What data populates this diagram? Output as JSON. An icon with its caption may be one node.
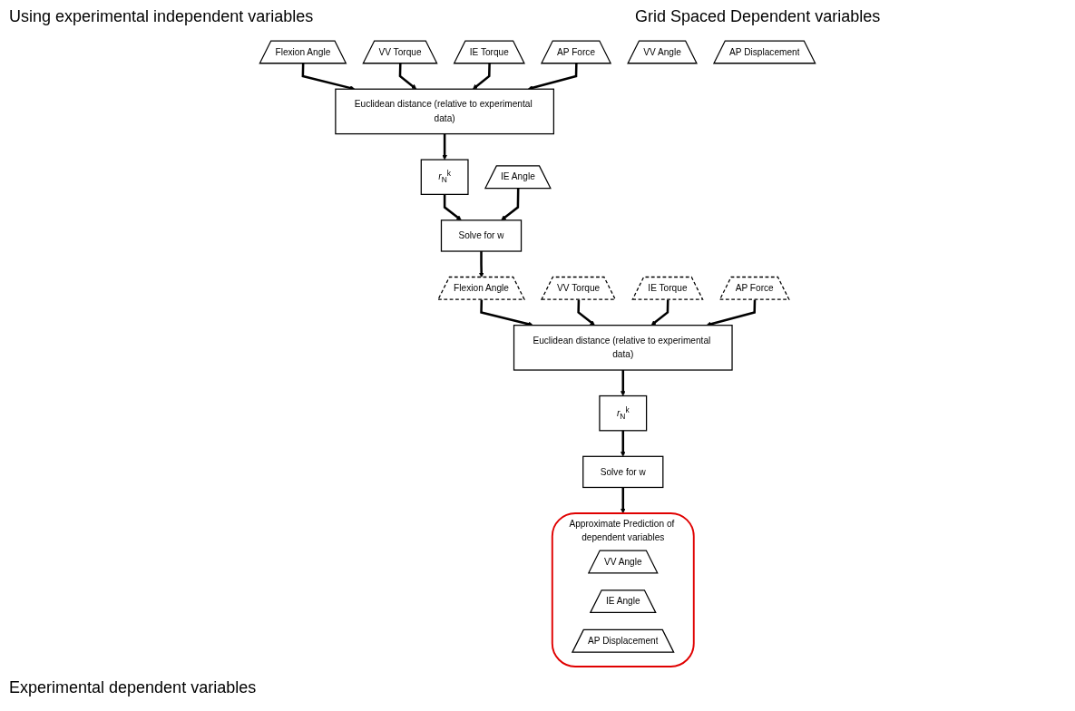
{
  "diagram": {
    "nodes": [
      {
        "text": [
          "Flexion Angle"
        ]
      },
      {
        "text": [
          "VV Torque"
        ]
      },
      {
        "text": [
          "IE Torque"
        ]
      },
      {
        "text": [
          "AP Force"
        ]
      },
      {
        "text": [
          "Euclidean distance (relative to experimental data)"
        ]
      },
      {
        "text": [
          "*r*$_{N}$$^{k}$"
        ]
      },
      {
        "text": [
          "Solve for w"
        ]
      },
      {
        "text": [
          "VV Angle"
        ]
      },
      {
        "text": [
          "IE Angle"
        ]
      },
      {
        "text": [
          "AP Displacement"
        ]
      },
      {
        "text": [
          "Flexion Angle"
        ]
      },
      {
        "text": [
          "VV Torque"
        ]
      },
      {
        "text": [
          "IE Torque"
        ]
      },
      {
        "text": [
          "AP Force"
        ]
      },
      {
        "text": [
          "Euclidean distance (relative to experimental data)"
        ]
      },
      {
        "text": [
          "*r*$_{N}$$^{k}$"
        ]
      },
      {
        "text": [
          "Solve for w"
        ]
      },
      {
        "text": [
          "Approximate Prediction of dependent variables"
        ]
      },
      {
        "text": [
          "VV Angle"
        ],
        "in": 17
      },
      {
        "text": [
          "IE Angle"
        ],
        "in": 17
      },
      {
        "text": [
          "AP Displacement"
        ],
        "in": 17
      }
    ],
    "edges": [
      {
        "from": 0,
        "to": 4,
        "arrow": "to"
      },
      {
        "from": 1,
        "to": 4,
        "arrow": "to"
      },
      {
        "from": 2,
        "to": 4,
        "arrow": "to"
      },
      {
        "from": 3,
        "to": 4,
        "arrow": "to"
      },
      {
        "from": 4,
        "to": 5,
        "arrow": "to"
      },
      {
        "from": 5,
        "to": 6,
        "arrow": "to"
      },
      {
        "from": 8,
        "to": 6,
        "arrow": "to"
      },
      {
        "from": 6,
        "to": 10,
        "arrow": "to"
      },
      {
        "from": 10,
        "to": 14,
        "arrow": "to"
      },
      {
        "from": 11,
        "to": 14,
        "arrow": "to"
      },
      {
        "from": 12,
        "to": 14,
        "arrow": "to"
      },
      {
        "from": 13,
        "to": 14,
        "arrow": "to"
      },
      {
        "from": 14,
        "to": 15,
        "arrow": "to"
      },
      {
        "from": 15,
        "to": 16,
        "arrow": "to"
      },
      {
        "from": 16,
        "to": 17,
        "arrow": "to"
      }
    ],
    "labels": [
      "Using experimental independent variables",
      "Grid Spaced Dependent variables",
      "Experimental dependent variables"
    ]
  }
}
